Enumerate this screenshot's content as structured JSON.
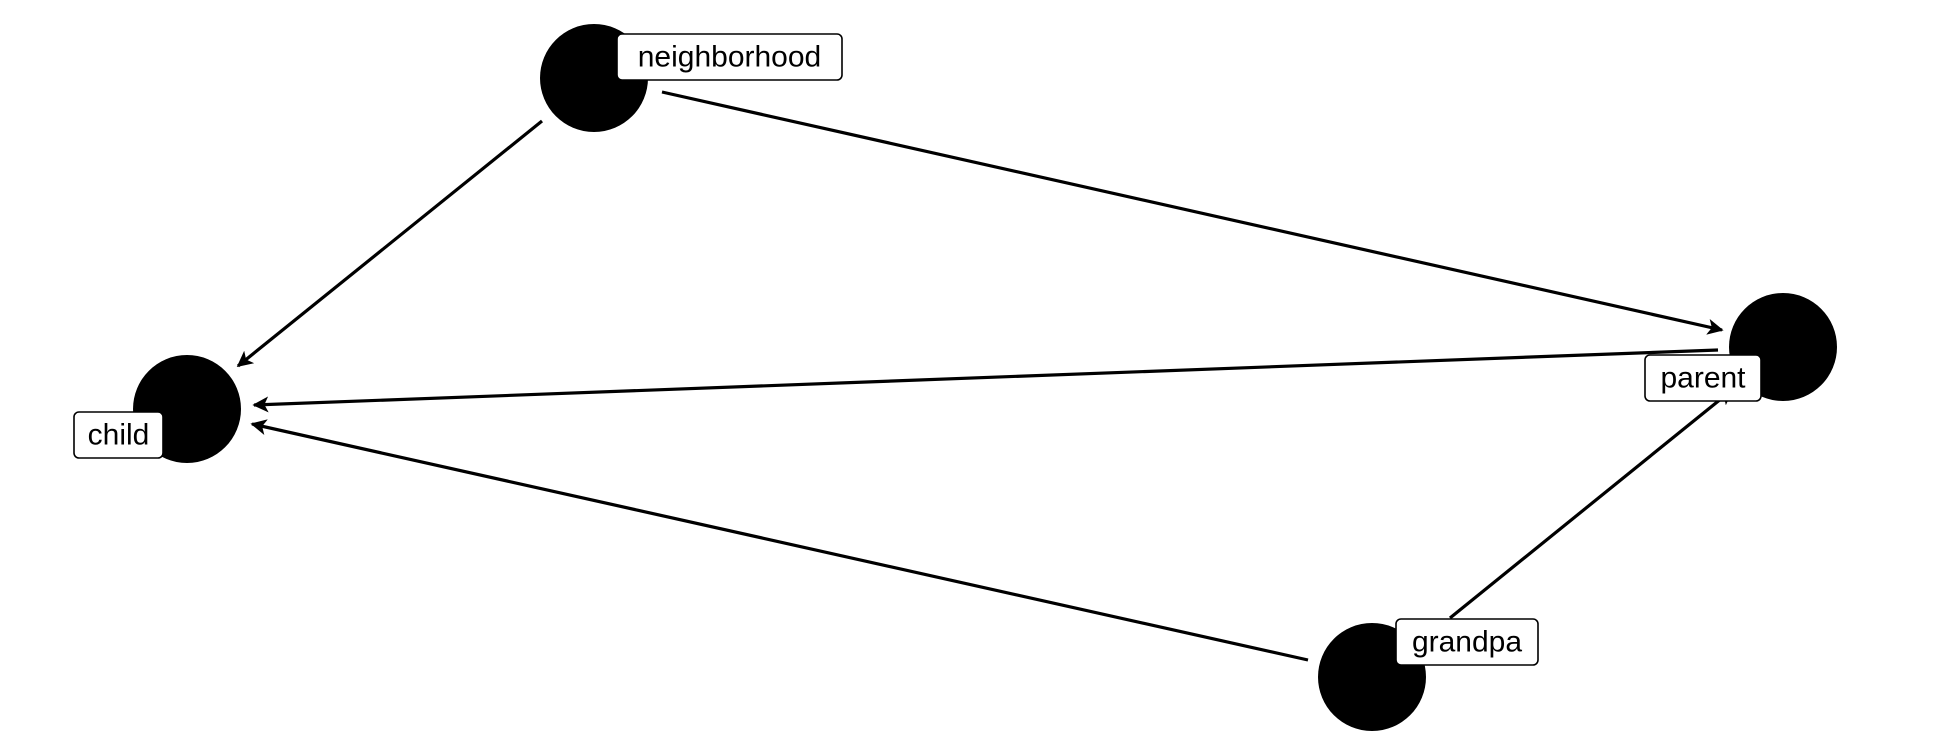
{
  "diagram": {
    "type": "directed-acyclic-graph",
    "node_color": "#000000",
    "edge_color": "#000000",
    "label_background": "#ffffff",
    "nodes": [
      {
        "id": "neighborhood",
        "label": "neighborhood"
      },
      {
        "id": "child",
        "label": "child"
      },
      {
        "id": "parent",
        "label": "parent"
      },
      {
        "id": "grandpa",
        "label": "grandpa"
      }
    ],
    "edges": [
      {
        "from": "neighborhood",
        "to": "child"
      },
      {
        "from": "neighborhood",
        "to": "parent"
      },
      {
        "from": "parent",
        "to": "child"
      },
      {
        "from": "grandpa",
        "to": "child"
      },
      {
        "from": "grandpa",
        "to": "parent"
      }
    ]
  }
}
